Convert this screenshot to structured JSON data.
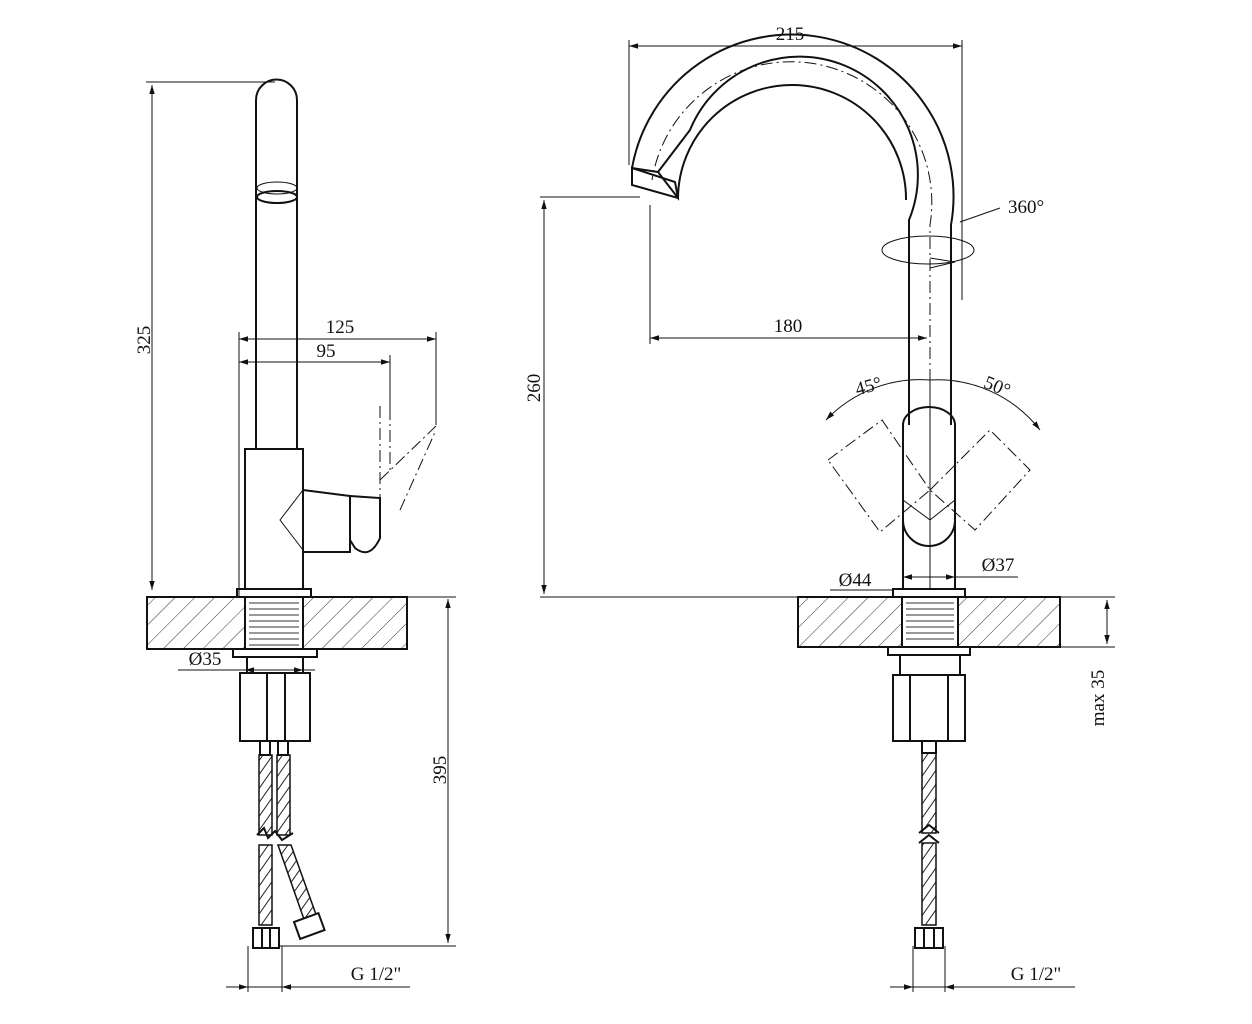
{
  "dimensions": {
    "height_total": "325",
    "lever_reach": "125",
    "body_reach": "95",
    "base_diameter_left": "Ø35",
    "below_counter": "395",
    "thread_left": "G 1/2\"",
    "spout_width": "215",
    "spout_height": "260",
    "spout_reach": "180",
    "swivel_angle": "360°",
    "lever_angle_left": "45°",
    "lever_angle_right": "50°",
    "base_diameter_right": "Ø44",
    "body_diameter": "Ø37",
    "counter_max_thickness": "max 35",
    "thread_right": "G 1/2\""
  }
}
